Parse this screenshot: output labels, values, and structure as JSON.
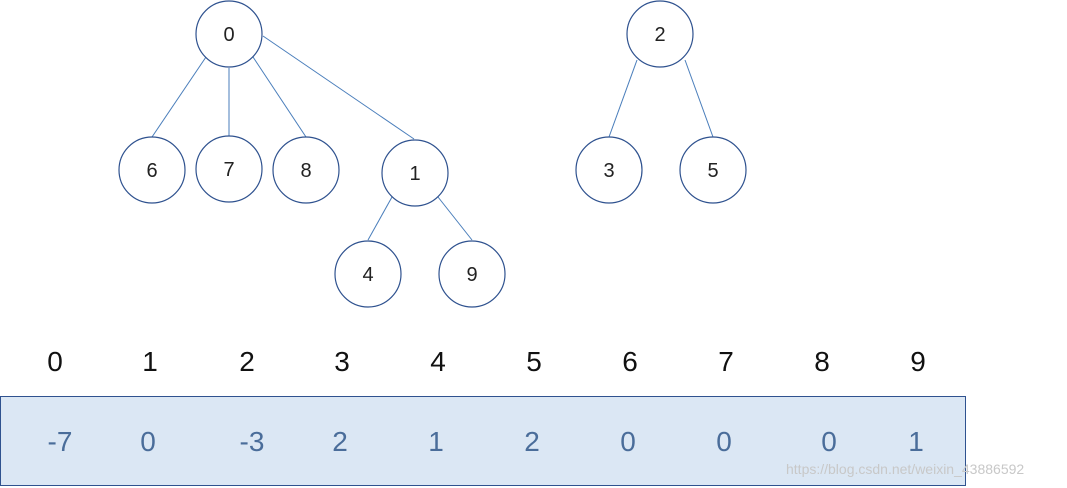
{
  "trees": {
    "nodes": [
      {
        "id": "0",
        "label": "0"
      },
      {
        "id": "6",
        "label": "6"
      },
      {
        "id": "7",
        "label": "7"
      },
      {
        "id": "8",
        "label": "8"
      },
      {
        "id": "1",
        "label": "1"
      },
      {
        "id": "4",
        "label": "4"
      },
      {
        "id": "9",
        "label": "9"
      },
      {
        "id": "2",
        "label": "2"
      },
      {
        "id": "3",
        "label": "3"
      },
      {
        "id": "5",
        "label": "5"
      }
    ],
    "edges": [
      [
        "0",
        "6"
      ],
      [
        "0",
        "7"
      ],
      [
        "0",
        "8"
      ],
      [
        "0",
        "1"
      ],
      [
        "1",
        "4"
      ],
      [
        "1",
        "9"
      ],
      [
        "2",
        "3"
      ],
      [
        "2",
        "5"
      ]
    ]
  },
  "array": {
    "indices": [
      "0",
      "1",
      "2",
      "3",
      "4",
      "5",
      "6",
      "7",
      "8",
      "9"
    ],
    "values": [
      "-7",
      "0",
      "-3",
      "2",
      "1",
      "2",
      "0",
      "0",
      "0",
      "1"
    ]
  },
  "watermark": "https://blog.csdn.net/weixin_43886592",
  "colors": {
    "edge": "#4a7ebb",
    "node_border": "#2f528f",
    "array_fill": "#dbe7f4",
    "value_text": "#4a6d9a"
  }
}
